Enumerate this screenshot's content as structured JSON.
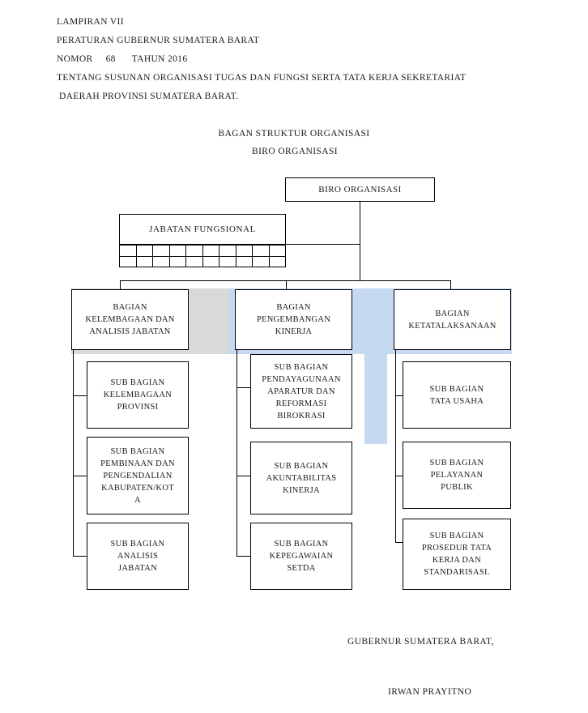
{
  "document": {
    "header": {
      "appendix": "LAMPIRAN VII",
      "regulation": "PERATURAN GUBERNUR  SUMATERA BARAT",
      "nomor_label": "NOMOR",
      "nomor_value": "68",
      "tahun_label": "TAHUN 2016",
      "about_line1": "TENTANG  SUSUNAN ORGANISASI TUGAS DAN FUNGSI SERTA TATA KERJA SEKRETARIAT",
      "about_line2": "DAERAH PROVINSI SUMATERA BARAT."
    },
    "chart_title": {
      "line1": "BAGAN STRUKTUR ORGANISASI",
      "line2": "BIRO ORGANISASI"
    },
    "signature": {
      "title": "GUBERNUR SUMATERA BARAT,",
      "name": "IRWAN PRAYITNO"
    }
  },
  "chart_data": {
    "type": "diagram",
    "title": "BAGAN STRUKTUR ORGANISASI BIRO ORGANISASI",
    "root": {
      "id": "biro",
      "label": "BIRO ORGANISASI"
    },
    "staff_unit": {
      "id": "jabatan-fungsional",
      "label": "JABATAN FUNGSIONAL",
      "grid_rows": 2,
      "grid_cols": 10,
      "grid_cells_empty": true
    },
    "divisions": [
      {
        "id": "bagian-kelembagaan",
        "label": "BAGIAN\nKELEMBAGAAN DAN\nANALISIS JABATAN",
        "accent_color": "#d9d9d9",
        "children": [
          {
            "id": "sub-kelembagaan-provinsi",
            "label": "SUB BAGIAN\nKELEMBAGAAN\nPROVINSI"
          },
          {
            "id": "sub-pembinaan-pengendalian",
            "label": "SUB BAGIAN\nPEMBINAAN DAN\nPENGENDALIAN\nKABUPATEN/KOT\nA"
          },
          {
            "id": "sub-analisis-jabatan",
            "label": "SUB BAGIAN\nANALISIS\nJABATAN"
          }
        ]
      },
      {
        "id": "bagian-pengembangan-kinerja",
        "label": "BAGIAN\nPENGEMBANGAN\nKINERJA",
        "accent_color": "#c5d9f1",
        "children": [
          {
            "id": "sub-pendayagunaan-aparatur",
            "label": "SUB BAGIAN\nPENDAYAGUNAAN\nAPARATUR DAN\nREFORMASI\nBIROKRASI"
          },
          {
            "id": "sub-akuntabilitas-kinerja",
            "label": "SUB BAGIAN\nAKUNTABILITAS\nKINERJA"
          },
          {
            "id": "sub-kepegawaian-setda",
            "label": "SUB BAGIAN\nKEPEGAWAIAN\nSETDA"
          }
        ]
      },
      {
        "id": "bagian-ketatalaksanaan",
        "label": "BAGIAN\nKETATALAKSANAAN",
        "accent_color": "#c5d9f1",
        "children": [
          {
            "id": "sub-tata-usaha",
            "label": "SUB BAGIAN\nTATA USAHA"
          },
          {
            "id": "sub-pelayanan-publik",
            "label": "SUB BAGIAN\nPELAYANAN\nPUBLIK"
          },
          {
            "id": "sub-prosedur-tata-kerja",
            "label": "SUB BAGIAN\nPROSEDUR TATA\nKERJA DAN\nSTANDARISASI."
          }
        ]
      }
    ],
    "colors": {
      "accent_grey": "#d9d9d9",
      "accent_blue": "#c5d9f1",
      "box_border": "#000000",
      "box_fill": "#ffffff",
      "text": "#1a1a1a"
    }
  }
}
